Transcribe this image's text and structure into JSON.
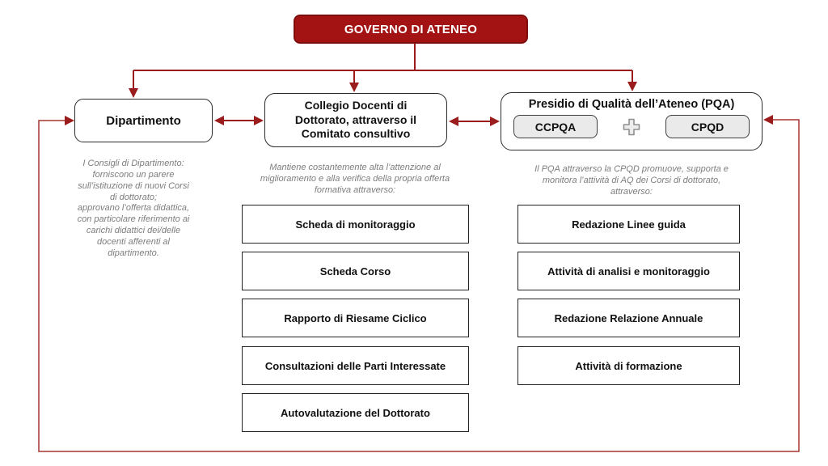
{
  "diagram": {
    "root": {
      "label": "GOVERNO DI ATENEO"
    },
    "left": {
      "title": "Dipartimento",
      "description": "I Consigli di Dipartimento:\nforniscono un parere\nsull’istituzione di nuovi Corsi\ndi dottorato;\napprovano l’offerta didattica,\ncon particolare riferimento ai\ncarichi didattici dei/delle\ndocenti afferenti al\ndipartimento."
    },
    "middle": {
      "title": "Collegio Docenti di\nDottorato, attraverso il\nComitato consultivo",
      "description": "Mantiene costantemente alta l’attenzione al\nmiglioramento e alla verifica della propria offerta\nformativa attraverso:",
      "items": [
        "Scheda di monitoraggio",
        "Scheda Corso",
        "Rapporto di Riesame Ciclico",
        "Consultazioni delle Parti Interessate",
        "Autovalutazione del Dottorato"
      ]
    },
    "right": {
      "title": "Presidio di Qualità dell’Ateneo (PQA)",
      "sub_left": "CCPQA",
      "sub_right": "CPQD",
      "plus_icon": "plus-icon",
      "description": "Il PQA attraverso la CPQD promuove, supporta e\nmonitora l’attività di AQ dei Corsi di dottorato,\nattraverso:",
      "items": [
        "Redazione Linee guida",
        "Attività di analisi e monitoraggio",
        "Redazione Relazione Annuale",
        "Attività di formazione"
      ]
    },
    "colors": {
      "root_fill": "#A31313",
      "root_border": "#7E0E0E",
      "connector_red": "#9B1C1C",
      "loop_red": "#A63530",
      "subbox_fill": "#EAEAEA",
      "description_gray": "#7D7D7D"
    }
  }
}
